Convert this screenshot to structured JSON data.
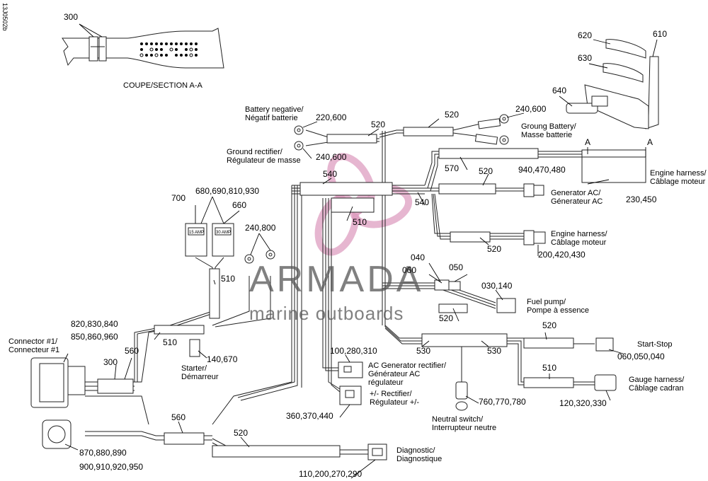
{
  "doc_code": "13J0502b",
  "section_caption": "COUPE/SECTION A-A",
  "section_marker": "A",
  "callouts": {
    "c300_top": "300",
    "c620": "620",
    "c610": "610",
    "c630": "630",
    "c640": "640",
    "c220": "220,600",
    "c520_top": "520",
    "c520_top2": "520",
    "c240a": "240,600",
    "c240b": "240,600",
    "c540a": "540",
    "c540b": "540",
    "c510a": "510",
    "c570": "570",
    "c520_gen": "520",
    "c940": "940,470,480",
    "c230": "230,450",
    "c700": "700",
    "c680": "680,690,810,930",
    "c660": "660",
    "c240800": "240,800",
    "c510_relay": "510",
    "c520_eng": "520",
    "c200": "200,420,430",
    "c040": "040",
    "c060": "060",
    "c050": "050",
    "c030": "030,140",
    "c520_fuel": "520",
    "c820": "820,830,840",
    "c850": "850,860,960",
    "c510_b": "510",
    "c140": "140,670",
    "c300": "300",
    "c560a": "560",
    "c100": "100,280,310",
    "c530a": "530",
    "c530b": "530",
    "c520_ss": "520",
    "c060b": "060,050,040",
    "c510_g": "510",
    "c120": "120,320,330",
    "c760": "760,770,780",
    "c360": "360,370,440",
    "c560b": "560",
    "c520_diag": "520",
    "c870": "870,880,890",
    "c900": "900,910,920,950",
    "c110": "110,200,270,290"
  },
  "labels": {
    "battery_neg_1": "Battery negative/",
    "battery_neg_2": "Négatif batterie",
    "ground_rect_1": "Ground rectifier/",
    "ground_rect_2": "Régulateur de masse",
    "ground_batt_1": "Groung Battery/",
    "ground_batt_2": "Masse batterie",
    "engine_harness_top_1": "Engine harness/",
    "engine_harness_top_2": "Câblage moteur",
    "generator_1": "Generator AC/",
    "generator_2": "Génerateur AC",
    "engine_harness_mid_1": "Engine harness/",
    "engine_harness_mid_2": "Câblage moteur",
    "fuel_pump_1": "Fuel pump/",
    "fuel_pump_2": "Pompe à essence",
    "connector1_1": "Connector #1/",
    "connector1_2": "Connecteur #1",
    "starter_1": "Starter/",
    "starter_2": "Démarreur",
    "ac_rect_1": "AC Generator rectifier/",
    "ac_rect_2": "Générateur AC",
    "ac_rect_3": "régulateur",
    "start_stop": "Start-Stop",
    "gauge_1": "Gauge harness/",
    "gauge_2": "Câblage cadran",
    "rectifier_1": "+/- Rectifier/",
    "rectifier_2": "Régulateur +/-",
    "neutral_1": "Neutral switch/",
    "neutral_2": "Interrupteur neutre",
    "diag_1": "Diagnostic/",
    "diag_2": "Diagnostique",
    "fuse_15": "15 AMP",
    "fuse_30": "30 AMP"
  },
  "watermark": {
    "brand": "ARMADA",
    "tagline": "marine outboards",
    "color": "#e8a8c8",
    "text_color": "#555555"
  }
}
